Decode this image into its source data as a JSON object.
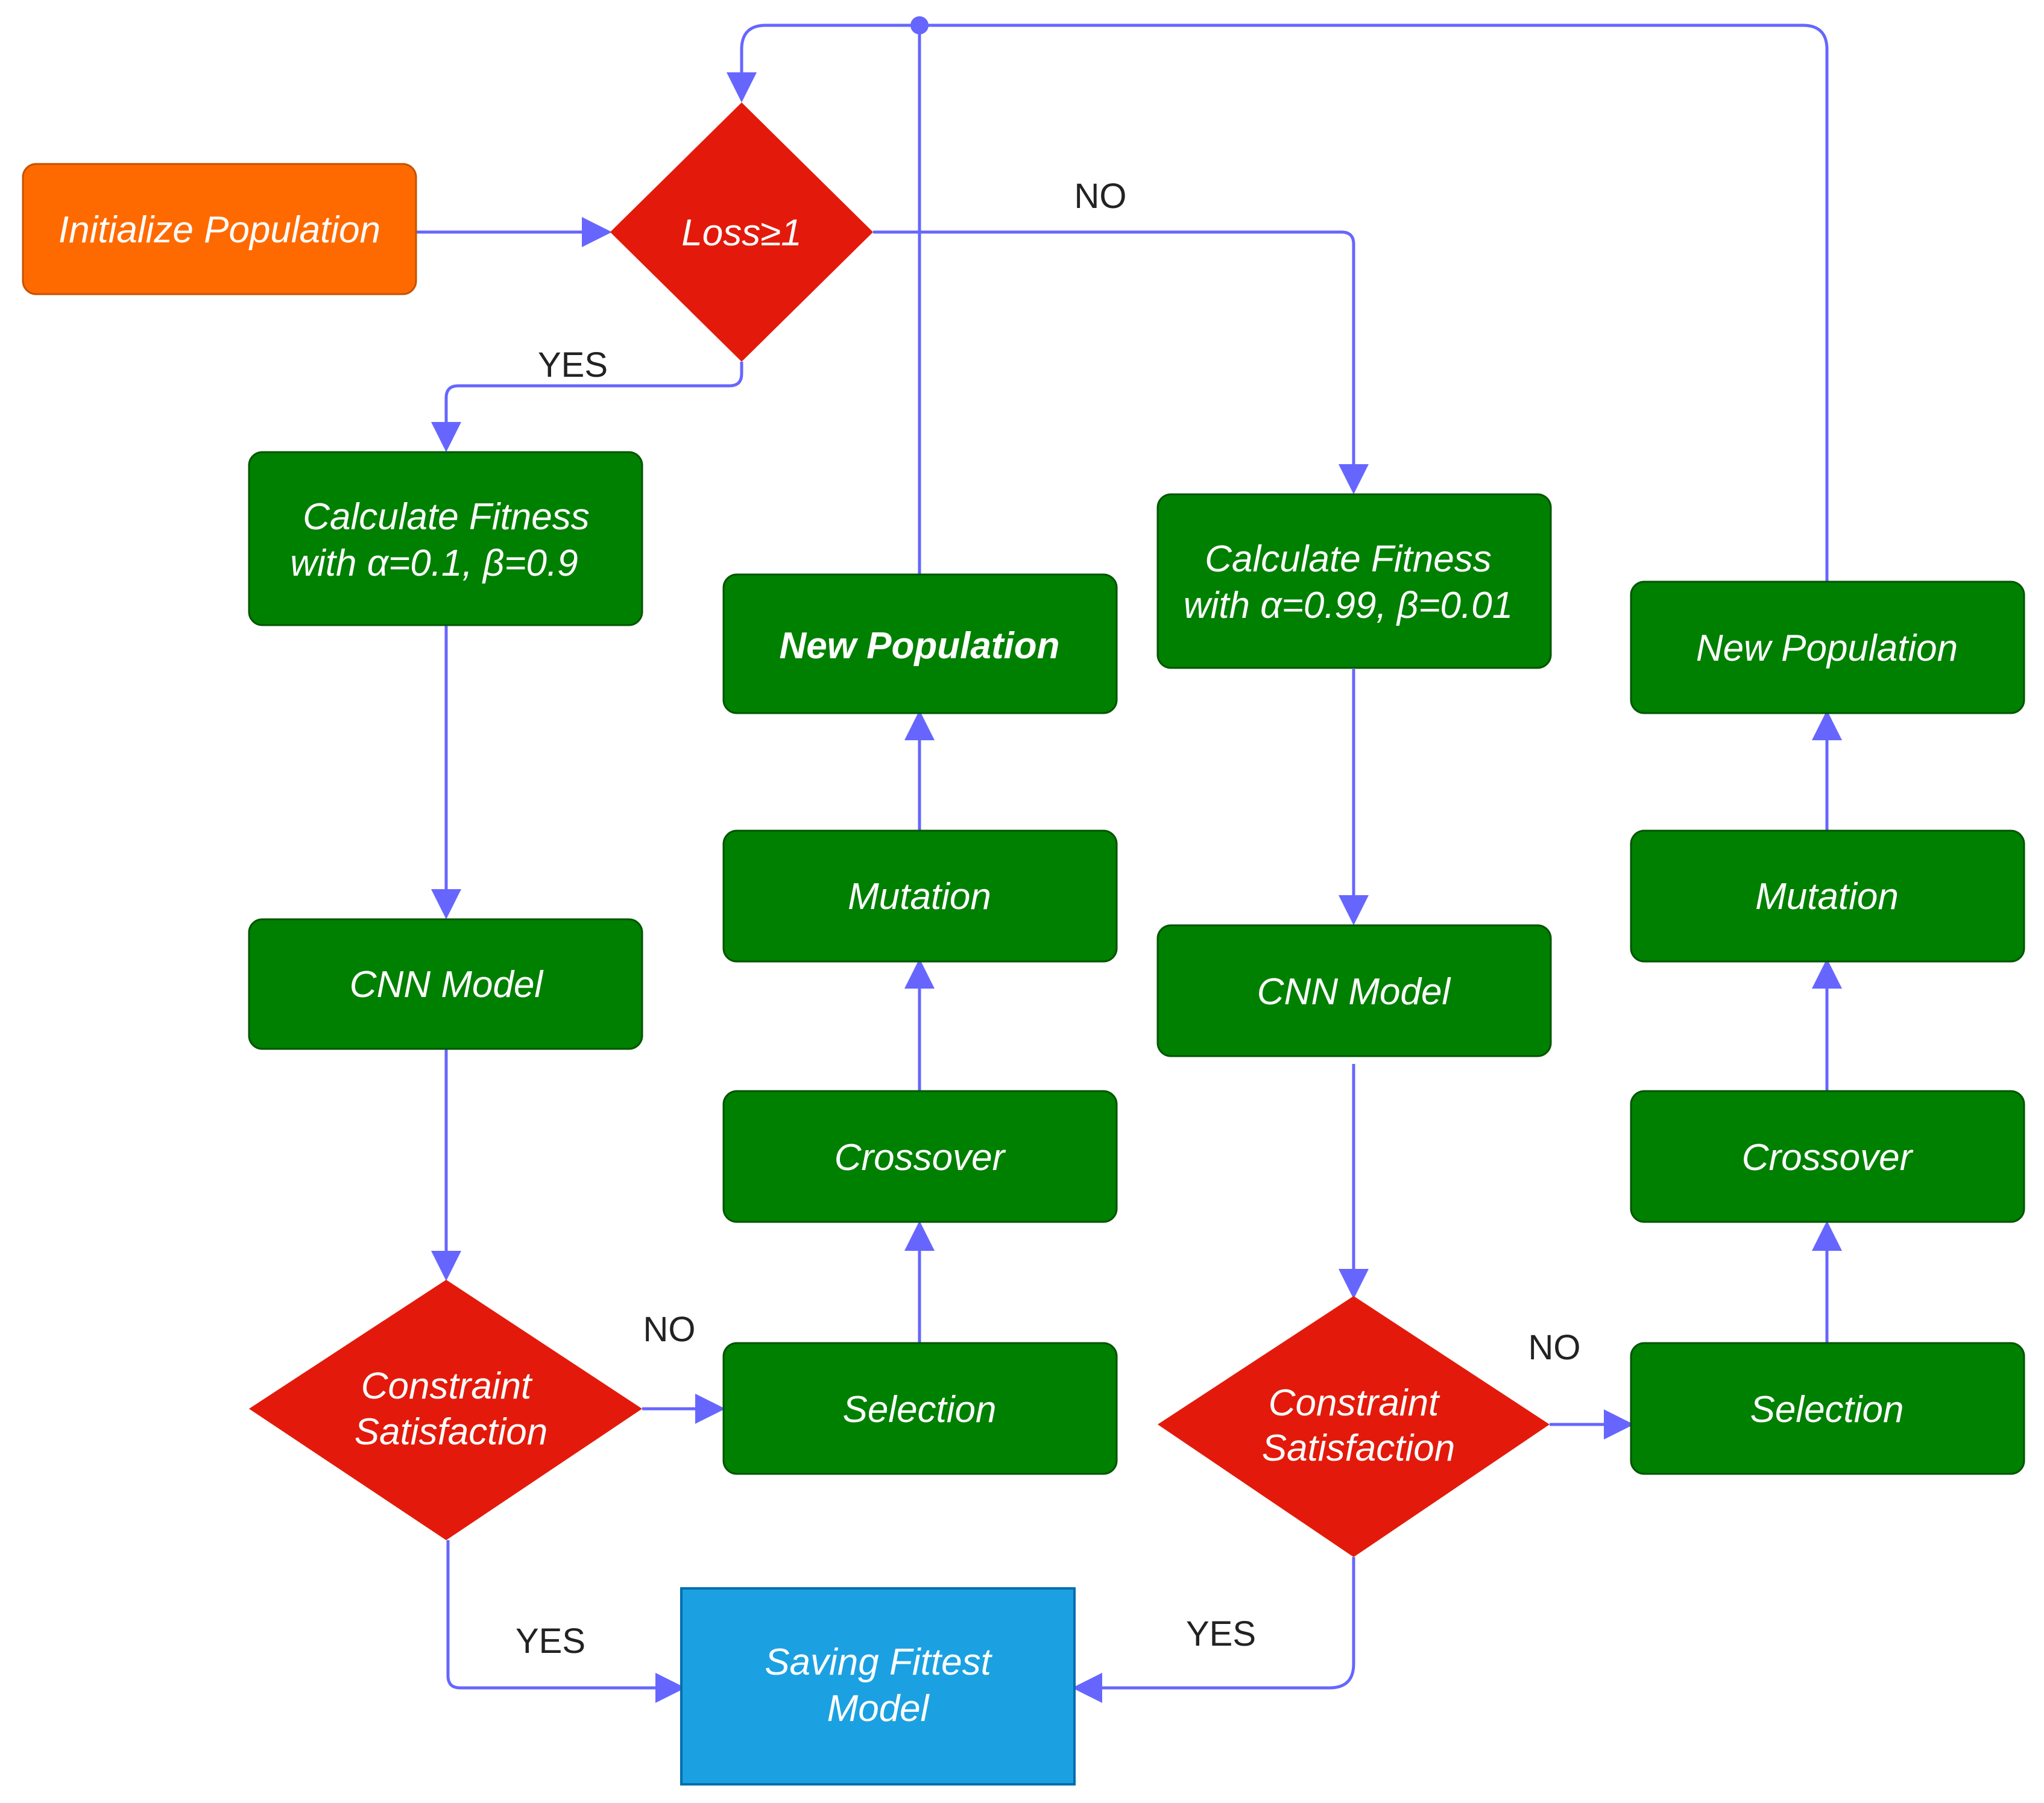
{
  "colors": {
    "start": "#ff6a00",
    "start_border": "#c65200",
    "process": "#008000",
    "process_border": "#005500",
    "decision": "#e31a0b",
    "end": "#1ba1e2",
    "end_border": "#006eaf",
    "edge": "#6666ff",
    "label": "#222222"
  },
  "nodes": {
    "init": "Initialize Population",
    "loss_decision": "Loss≥1",
    "calc_fitness_left": [
      "Calculate Fitness",
      "with α=0.1, β=0.9"
    ],
    "cnn_left": "CNN Model",
    "constraint_left": [
      "Constraint",
      "Satisfaction"
    ],
    "selection_left": "Selection",
    "crossover_left": "Crossover",
    "mutation_left": "Mutation",
    "new_population_left": "New Population",
    "calc_fitness_right": [
      "Calculate Fitness",
      "with α=0.99, β=0.01"
    ],
    "cnn_right": "CNN Model",
    "constraint_right": [
      "Constraint",
      "Satisfaction"
    ],
    "selection_right": "Selection",
    "crossover_right": "Crossover",
    "mutation_right": "Mutation",
    "new_population_right": "New Population",
    "save_model": [
      "Saving Fittest",
      "Model"
    ]
  },
  "edge_labels": {
    "loss_no": "NO",
    "loss_yes": "YES",
    "constraint_left_no": "NO",
    "constraint_left_yes": "YES",
    "constraint_right_no": "NO",
    "constraint_right_yes": "YES"
  }
}
